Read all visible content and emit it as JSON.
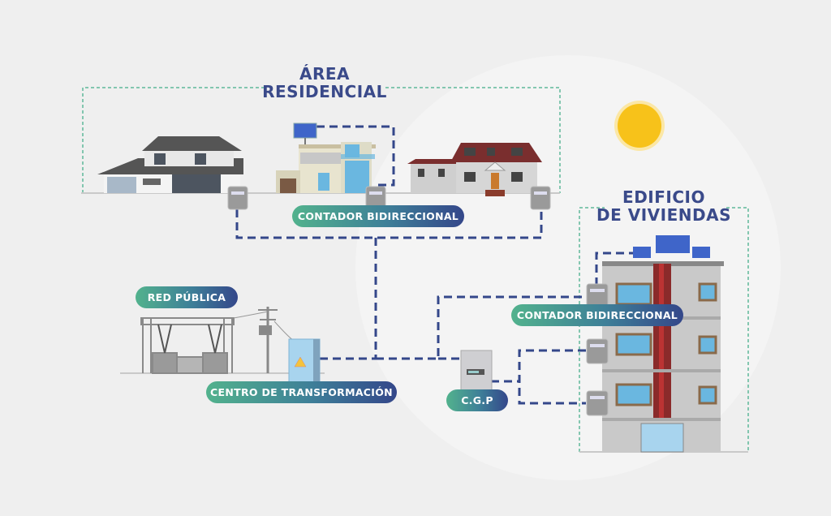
{
  "labels": {
    "area_residencial_line1": "ÁREA",
    "area_residencial_line2": "RESIDENCIAL",
    "edificio_line1": "EDIFICIO",
    "edificio_line2": "DE VIVIENDAS",
    "contador_residencial": "CONTADOR BIDIRECCIONAL",
    "contador_edificio": "CONTADOR BIDIRECCIONAL",
    "red_publica": "RED PÚBLICA",
    "centro_transformacion": "CENTRO DE TRANSFORMACIÓN",
    "cgp": "C.G.P"
  },
  "colors": {
    "background": "#efefef",
    "connection_line": "#34478a",
    "area_border": "#5fb89a",
    "title": "#3a4a8a",
    "sun": "#f7c21a"
  }
}
